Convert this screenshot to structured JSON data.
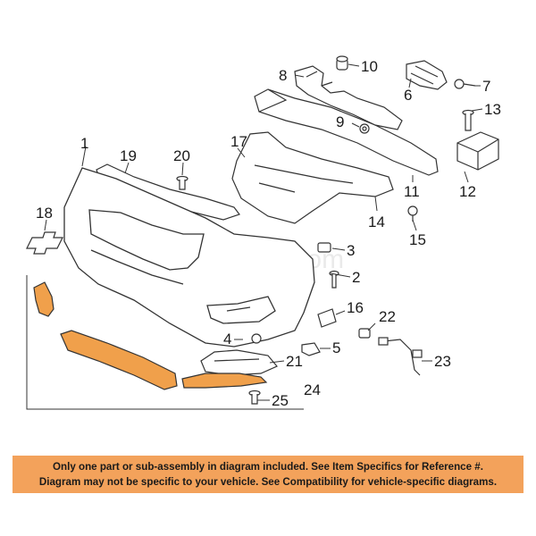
{
  "watermark": "Partomotive.com",
  "callouts": {
    "c1": "1",
    "c2": "2",
    "c3": "3",
    "c4": "4",
    "c5": "5",
    "c6": "6",
    "c7": "7",
    "c8": "8",
    "c9": "9",
    "c10": "10",
    "c11": "11",
    "c12": "12",
    "c13": "13",
    "c14": "14",
    "c15": "15",
    "c16": "16",
    "c17": "17",
    "c18": "18",
    "c19": "19",
    "c20": "20",
    "c21": "21",
    "c22": "22",
    "c23": "23",
    "c24": "24",
    "c25": "25"
  },
  "banner": {
    "line1": "Only one part or sub-assembly in diagram included. See Item Specifics for Reference #.",
    "line2": "Diagram may not be specific to your vehicle. See Compatibility for vehicle-specific diagrams."
  },
  "colors": {
    "highlight": "#f0a04b",
    "banner": "#f3a25b",
    "line": "#333333"
  }
}
